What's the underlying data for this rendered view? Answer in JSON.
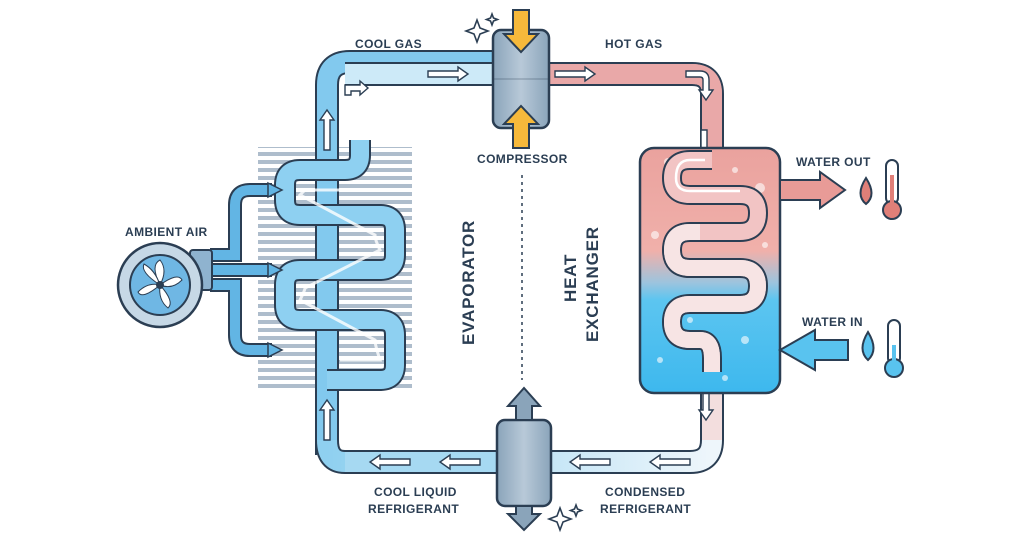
{
  "labels": {
    "cool_gas": "COOL GAS",
    "hot_gas": "HOT GAS",
    "compressor": "COMPRESSOR",
    "ambient_air": "AMBIENT AIR",
    "water_out": "WATER OUT",
    "water_in": "WATER IN",
    "evaporator": "EVAPORATOR",
    "heat_exchanger_line1": "HEAT",
    "heat_exchanger_line2": "EXCHANGER",
    "cool_liquid_line1": "COOL LIQUID",
    "cool_liquid_line2": "REFRIGERANT",
    "condensed_line1": "CONDENSED",
    "condensed_line2": "REFRIGERANT"
  },
  "colors": {
    "outline": "#2b3e53",
    "cool_pipe": "#7cc6ec",
    "cool_pipe_light": "#c9e9f8",
    "hot_pipe": "#e6a0a0",
    "hot_fluid": "#e89b97",
    "cold_fluid": "#59c3ef",
    "compressor_body": "#9db3c6",
    "compressor_arrow": "#f6b93b",
    "fins": "#a9b9c9",
    "fan_blue": "#6fb7e4"
  },
  "icons": {
    "fan": "fan-icon",
    "thermometer": "thermometer-icon",
    "droplet": "droplet-icon",
    "sparkle": "sparkle-icon"
  }
}
